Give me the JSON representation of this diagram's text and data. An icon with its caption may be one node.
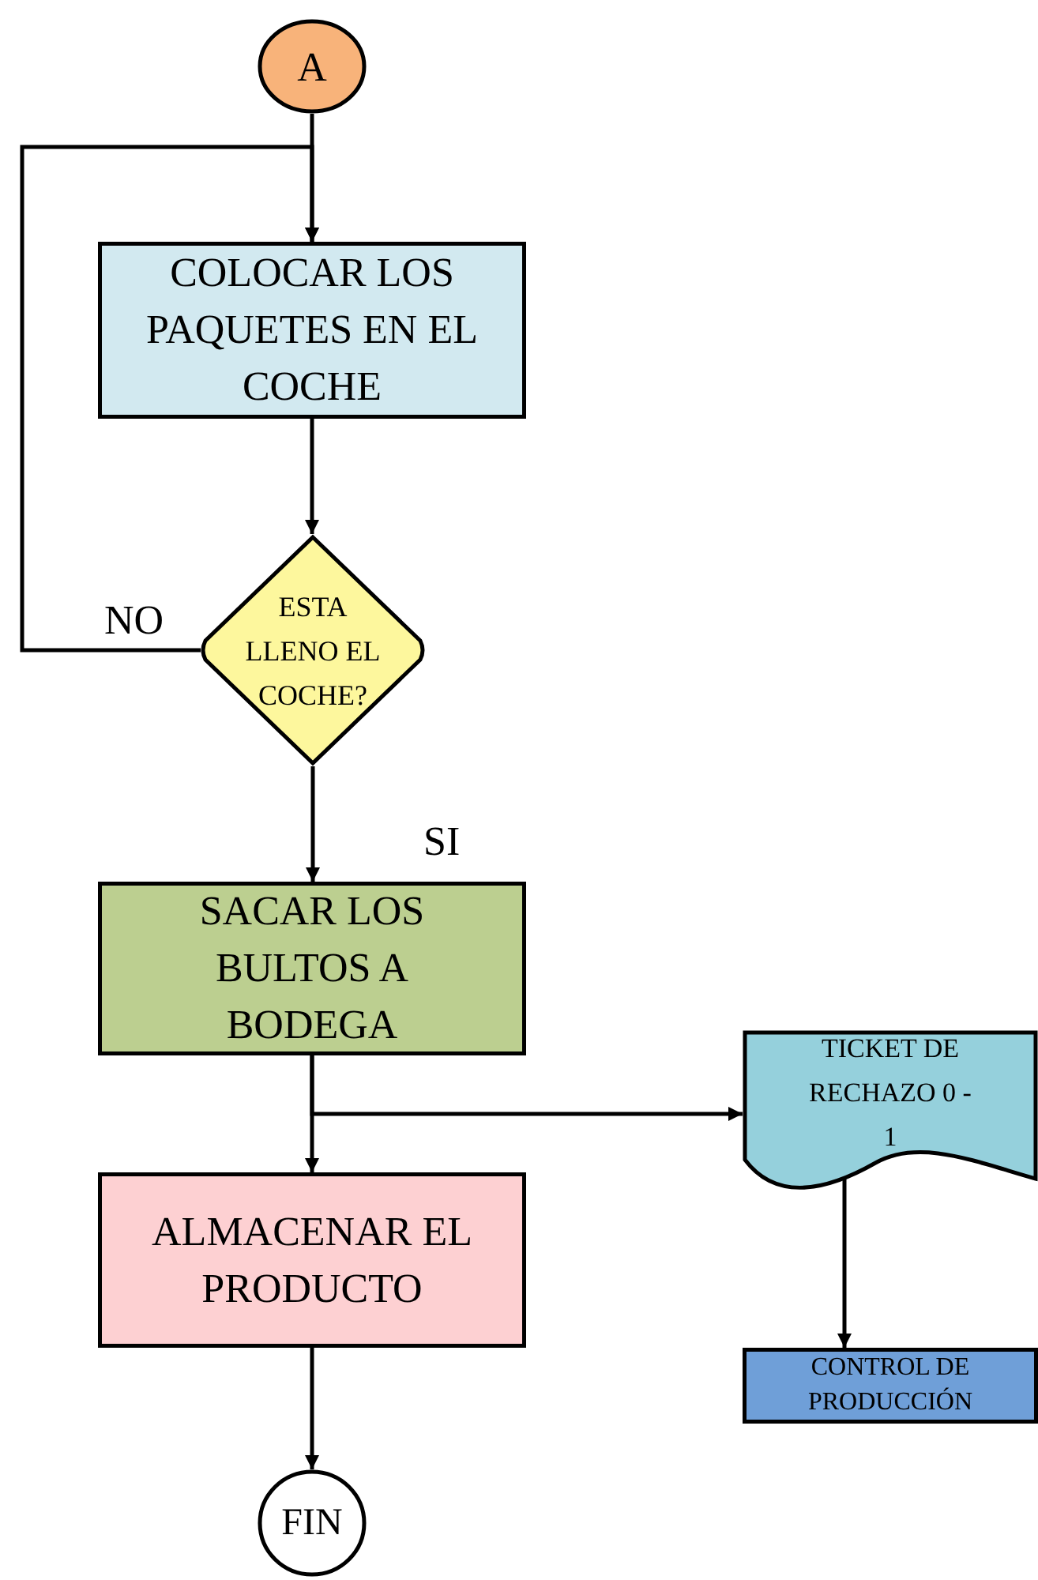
{
  "diagram": {
    "nodes": [
      {
        "text": [
          "A"
        ]
      },
      {
        "text": [
          "COLOCAR LOS PAQUETES EN EL COCHE"
        ]
      },
      {
        "text": [
          "ESTA LLENO EL COCHE?"
        ]
      },
      {
        "text": [
          "SACAR LOS BULTOS A BODEGA"
        ]
      },
      {
        "text": [
          "ALMACENAR EL PRODUCTO"
        ]
      },
      {
        "text": [
          "FIN"
        ]
      },
      {
        "text": [
          "TICKET DE RECHAZO 0 - 1"
        ]
      },
      {
        "text": [
          "CONTROL DE PRODUCCIÓN"
        ]
      }
    ],
    "edges": [
      {
        "from": 0,
        "to": 1,
        "arrow": "to"
      },
      {
        "from": 1,
        "to": 2,
        "arrow": "to"
      },
      {
        "from": 2,
        "to": 1,
        "arrow": "to",
        "label": "NO"
      },
      {
        "from": 2,
        "to": 3,
        "arrow": "to",
        "label": "SI"
      },
      {
        "from": 3,
        "to": 4,
        "arrow": "to"
      },
      {
        "from": 3,
        "to": 6,
        "arrow": "to"
      },
      {
        "from": 4,
        "to": 5,
        "arrow": "to"
      },
      {
        "from": 6,
        "to": 7,
        "arrow": "to"
      }
    ]
  }
}
